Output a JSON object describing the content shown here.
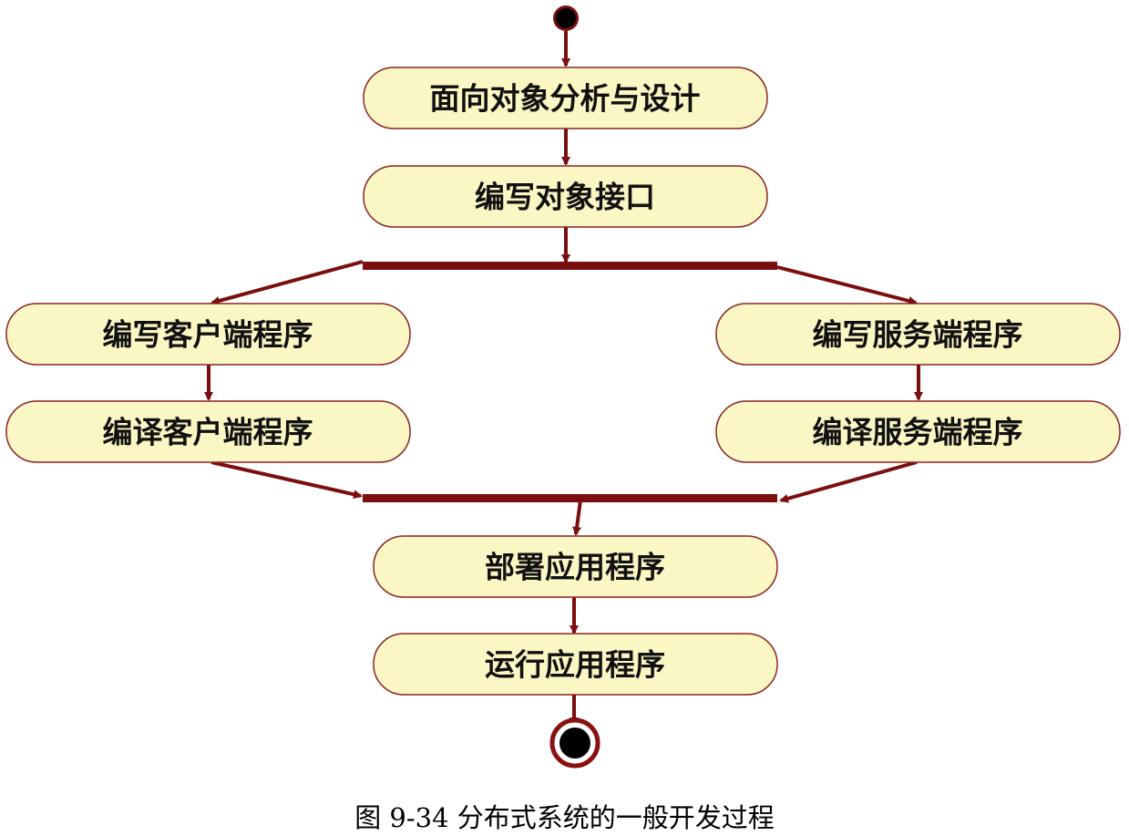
{
  "diagram": {
    "colors": {
      "line": "#7b0e0e",
      "node_fill": "#fbf7c4",
      "node_stroke": "#8b2424",
      "dot": "#000000"
    },
    "start_node": "initial-node",
    "end_node": "final-node",
    "activities": {
      "ooad": "面向对象分析与设计",
      "write_interface": "编写对象接口",
      "write_client": "编写客户端程序",
      "compile_client": "编译客户端程序",
      "write_server": "编写服务端程序",
      "compile_server": "编译服务端程序",
      "deploy": "部署应用程序",
      "run": "运行应用程序"
    }
  },
  "caption": "图 9-34  分布式系统的一般开发过程"
}
